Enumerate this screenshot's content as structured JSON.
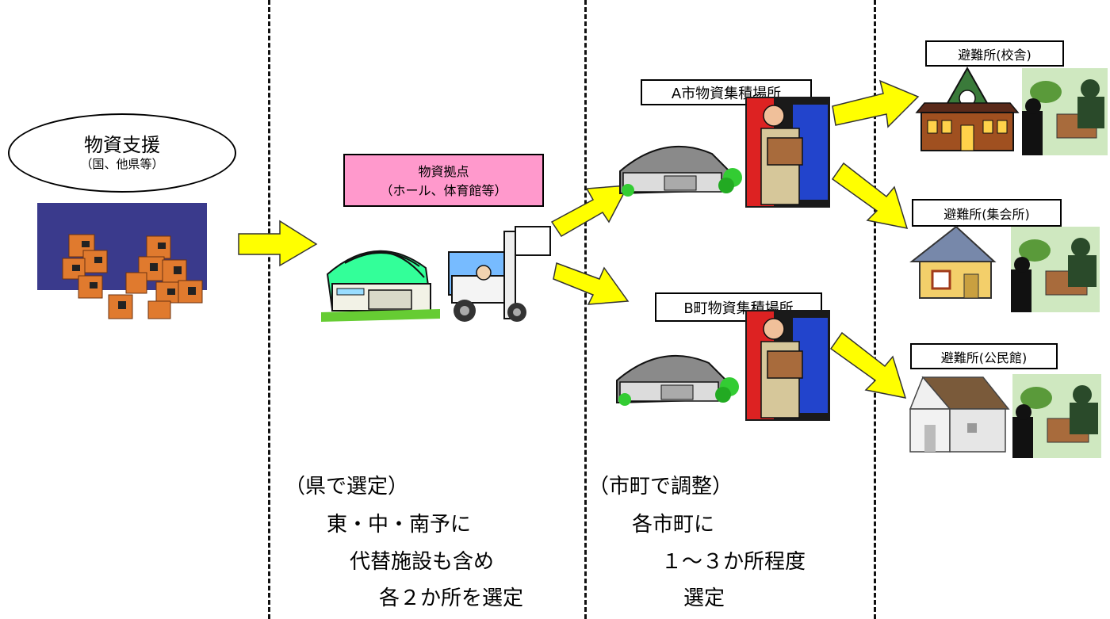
{
  "supply": {
    "title": "物資支援",
    "subtitle": "（国、他県等）"
  },
  "hub": {
    "line1": "物資拠点",
    "line2": "（ホール、体育館等）"
  },
  "collection_points": [
    {
      "label": "A市物資集積場所"
    },
    {
      "label": "B町物資集積場所"
    }
  ],
  "shelters": [
    {
      "label": "避難所(校舎)"
    },
    {
      "label": "避難所(集会所)"
    },
    {
      "label": "避難所(公民館)"
    }
  ],
  "notes": {
    "prefecture": [
      "（県で選定）",
      "東・中・南予に",
      "代替施設も含め",
      "各２か所を選定"
    ],
    "municipal": [
      "（市町で調整）",
      "各市町に",
      "１～３か所程度",
      "選定"
    ]
  },
  "colors": {
    "arrow_fill": "#ffff00",
    "hub_box": "#ff99cc",
    "box_bg": "#3a3a8c",
    "cardboard": "#e07a2e"
  }
}
